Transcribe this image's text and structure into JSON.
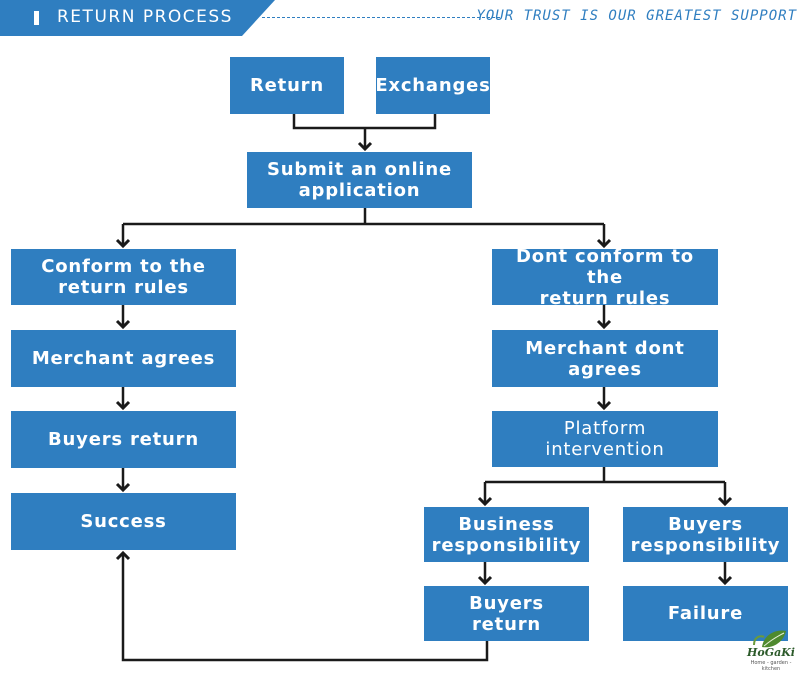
{
  "header": {
    "title": "RETURN PROCESS",
    "tagline": "YOUR TRUST IS OUR GREATEST SUPPORT"
  },
  "flow": {
    "return": "Return",
    "exchanges": "Exchanges",
    "submit_line1": "Submit an online",
    "submit_line2": "application",
    "left": {
      "conform_line1": "Conform to the",
      "conform_line2": "return rules",
      "merchant_agrees": "Merchant agrees",
      "buyers_return": "Buyers return",
      "success": "Success"
    },
    "right": {
      "dont_conform_line1": "Dont conform to the",
      "dont_conform_line2": "return rules",
      "merchant_dont_agrees": "Merchant dont agrees",
      "platform_line1": "Platform",
      "platform_line2": "intervention",
      "business_line1": "Business",
      "business_line2": "responsibility",
      "buyers_resp_line1": "Buyers",
      "buyers_resp_line2": "responsibility",
      "buyers_return_line1": "Buyers",
      "buyers_return_line2": "return",
      "failure": "Failure"
    }
  },
  "logo": {
    "name": "HoGaKi",
    "subtitle": "Home - garden - kitchen"
  },
  "colors": {
    "accent": "#2f7ec0",
    "connector": "#1a1a1a"
  }
}
